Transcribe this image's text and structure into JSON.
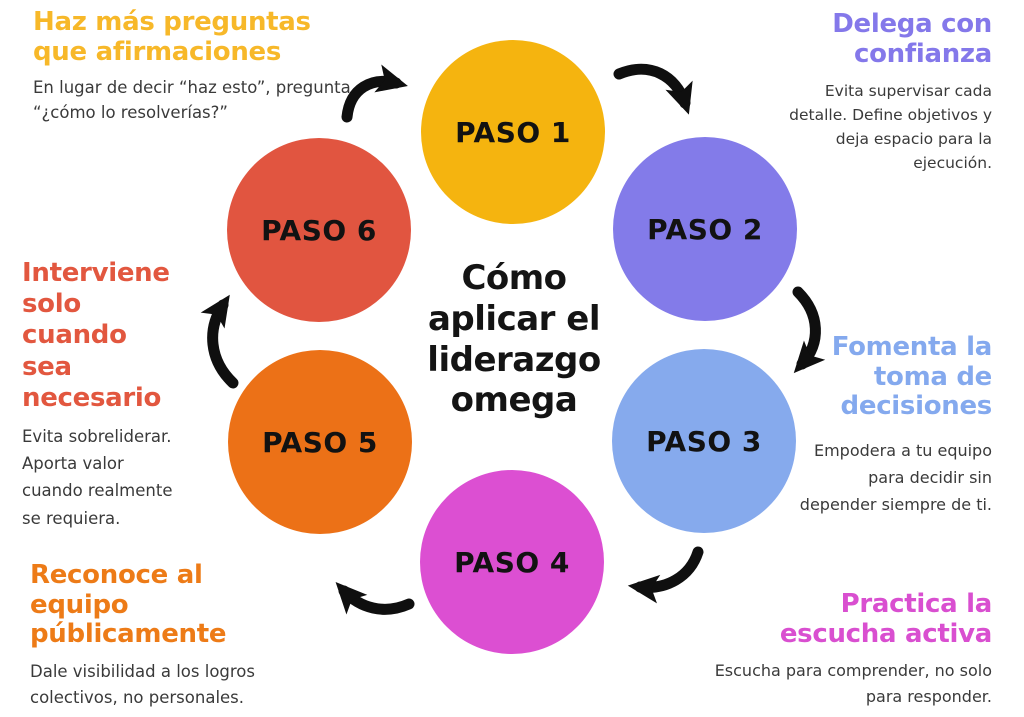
{
  "title": "Cómo\naplicar el\nliderazgo\nomega",
  "title_color": "#141414",
  "body_text_color": "#3A3A3A",
  "arrow_color": "#0F0F0F",
  "steps": [
    {
      "label": "PASO 1",
      "color": "#F5B40F"
    },
    {
      "label": "PASO 2",
      "color": "#837BE9"
    },
    {
      "label": "PASO 3",
      "color": "#86AAED"
    },
    {
      "label": "PASO 4",
      "color": "#DC4FD2"
    },
    {
      "label": "PASO 5",
      "color": "#EC7117"
    },
    {
      "label": "PASO 6",
      "color": "#E15540"
    }
  ],
  "notes": {
    "top_left": {
      "heading": "Haz más preguntas\nque afirmaciones",
      "body": "En lugar de decir “haz esto”, pregunta\n“¿cómo lo resolverías?”",
      "color": "#F7B829"
    },
    "top_right": {
      "heading": "Delega con\nconfianza",
      "body": "Evita supervisar cada\ndetalle. Define objetivos y\ndeja espacio para la\nejecución.",
      "color": "#8478EA"
    },
    "mid_left": {
      "heading": "Interviene\nsolo\ncuando\nsea\nnecesario",
      "body": "Evita sobreliderar.\nAporta valor\ncuando realmente\nse requiera.",
      "color": "#E2573F"
    },
    "mid_right": {
      "heading": "Fomenta la\ntoma de\ndecisiones",
      "body": "Empodera a tu equipo\npara decidir sin\ndepender siempre de ti.",
      "color": "#84A9EE"
    },
    "bottom_left": {
      "heading": "Reconoce al\nequipo\npúblicamente",
      "body": "Dale visibilidad a los logros\ncolectivos, no personales.",
      "color": "#ED7B17"
    },
    "bottom_right": {
      "heading": "Practica la\nescucha activa",
      "body": "Escucha para comprender, no solo\npara responder.",
      "color": "#D94FD0"
    }
  }
}
